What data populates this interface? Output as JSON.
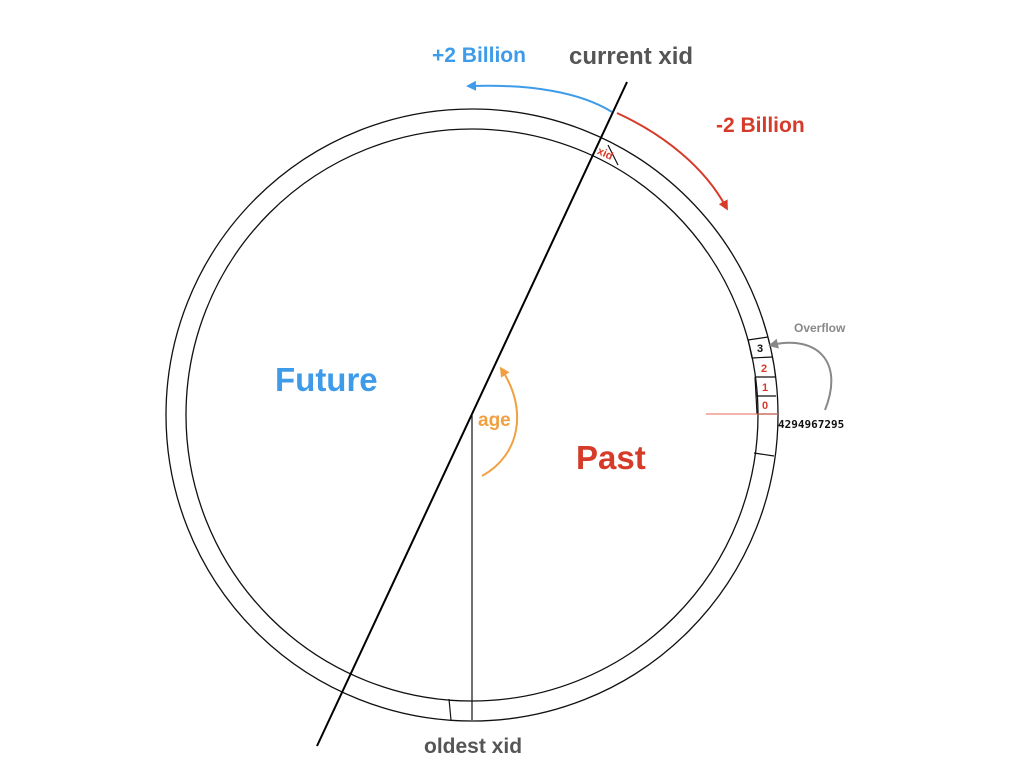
{
  "labels": {
    "current_xid": "current xid",
    "plus_billion": "+2 Billion",
    "minus_billion": "-2 Billion",
    "future": "Future",
    "past": "Past",
    "age": "age",
    "oldest_xid": "oldest xid",
    "overflow": "Overflow",
    "max_xid": "4294967295",
    "xid_slot": "xid",
    "slots": [
      "3",
      "2",
      "1",
      "0"
    ]
  },
  "colors": {
    "future_blue": "#3d9be9",
    "past_red": "#d63b2a",
    "age_orange": "#f0a040",
    "title_gray": "#555555",
    "overflow_gray": "#888888",
    "ring_black": "#111111"
  }
}
